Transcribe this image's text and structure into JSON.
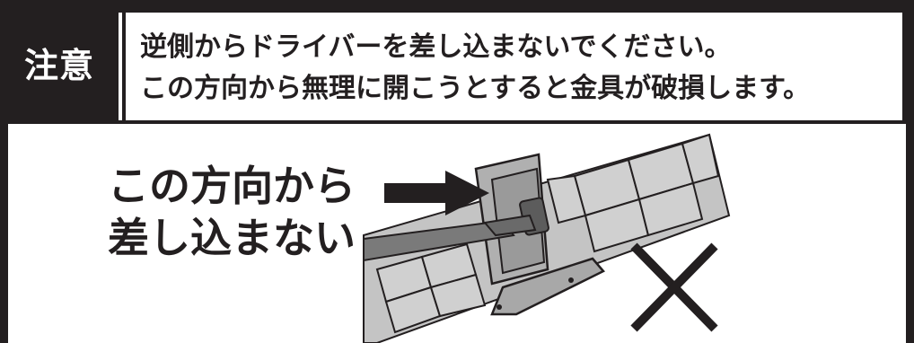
{
  "notice": {
    "badge_label": "注意",
    "line1": "逆側からドライバーを差し込まないでください。",
    "line2": "この方向から無理に開こうとすると金具が破損します。"
  },
  "illustration": {
    "caption_line1": "この方向から",
    "caption_line2": "差し込まない",
    "icons": [
      "arrow-right-icon",
      "cross-icon"
    ]
  },
  "colors": {
    "frame": "#231f20",
    "background": "#ffffff",
    "metal": "#b9b9b9",
    "metal_dark": "#8f8f8f"
  }
}
